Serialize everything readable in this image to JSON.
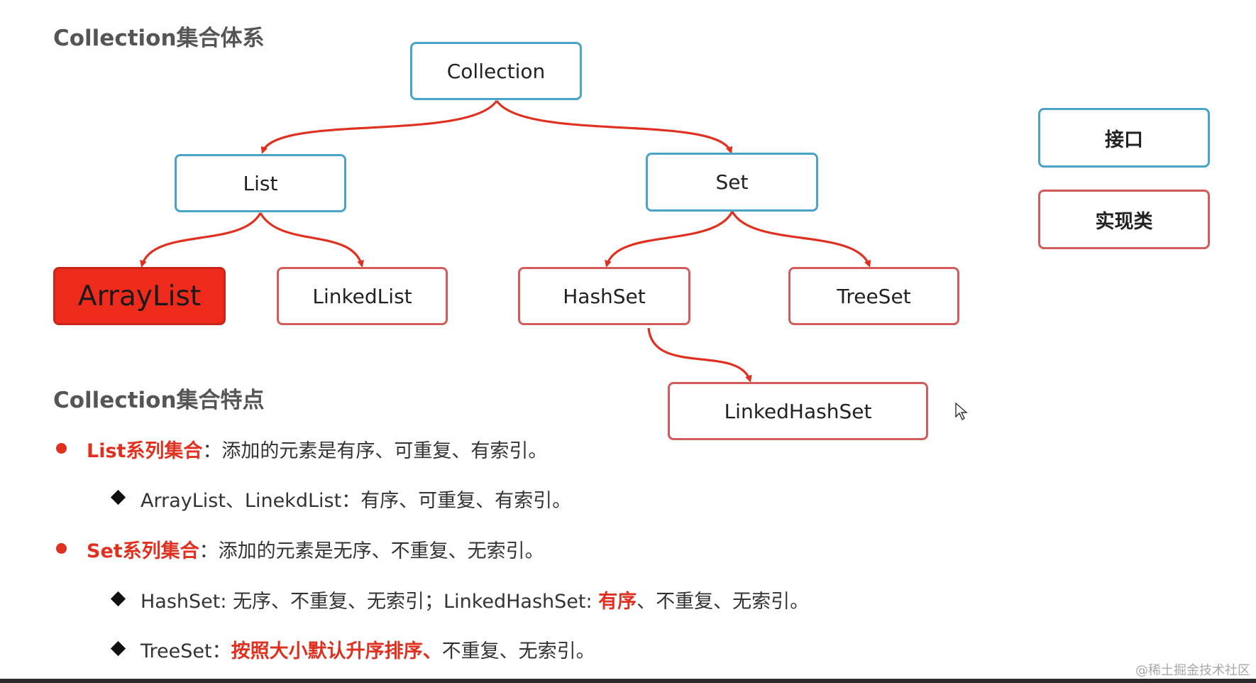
{
  "headings": {
    "hierarchy": "Collection集合体系",
    "features": "Collection集合特点"
  },
  "nodes": {
    "collection": "Collection",
    "list": "List",
    "set": "Set",
    "arraylist": "ArrayList",
    "linkedlist": "LinkedList",
    "hashset": "HashSet",
    "treeset": "TreeSet",
    "linkedhashset": "LinkedHashSet"
  },
  "legend": {
    "interface": "接口",
    "implementation": "实现类"
  },
  "features": {
    "list": {
      "title": "List系列集合",
      "desc": "：添加的元素是有序、可重复、有索引。",
      "sub": "ArrayList、LinekdList：有序、可重复、有索引。"
    },
    "set": {
      "title": "Set系列集合",
      "desc": "：添加的元素是无序、不重复、无索引。",
      "sub1": {
        "prefix": "HashSet: 无序、不重复、无索引；LinkedHashSet: ",
        "highlight": "有序",
        "suffix": "、不重复、无索引。"
      },
      "sub2": {
        "prefix": "TreeSet：",
        "highlight": "按照大小默认升序排序、",
        "suffix": "不重复、无索引。"
      }
    }
  },
  "watermark": "@稀土掘金技术社区",
  "colors": {
    "interface_border": "#4aa3c8",
    "implementation_border": "#d25b5b",
    "arrow": "#e0301f",
    "highlight_fill": "#ee2a1d",
    "accent_text": "#e0301f"
  },
  "icons": [
    "mouse-cursor-icon",
    "bullet-dot-icon",
    "diamond-bullet-icon"
  ]
}
